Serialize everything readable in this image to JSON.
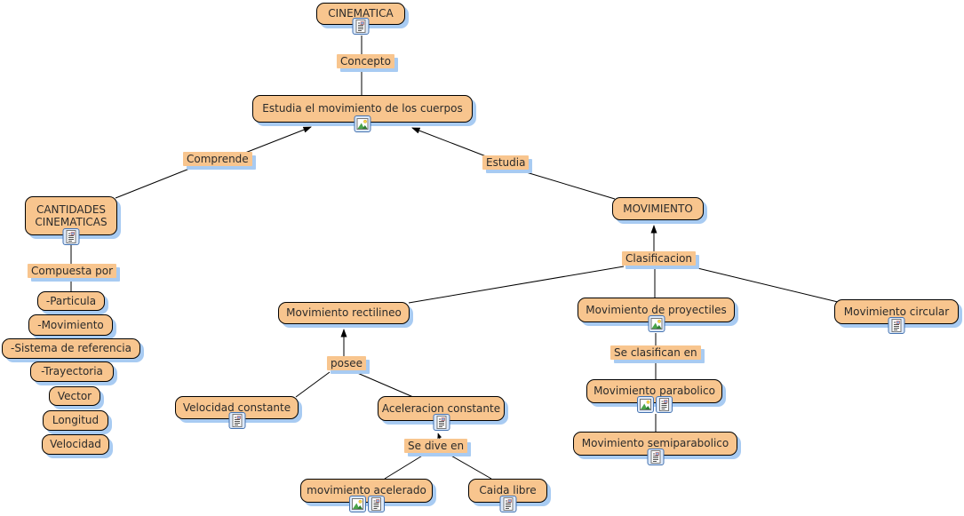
{
  "map": {
    "topic": "CINEMATICA",
    "background": "#ffffff"
  },
  "palette": {
    "node_fill": "#f8c58e",
    "node_border": "#000000",
    "shadow": "#a8cbf2",
    "text": "#2b2b2b",
    "line": "#000000"
  },
  "nodes": {
    "cinematica": {
      "label": "CINEMATICA",
      "icons": [
        "document-icon"
      ]
    },
    "estudia_cuerpos": {
      "label": "Estudia el movimiento de los cuerpos",
      "icons": [
        "image-icon"
      ]
    },
    "cantidades": {
      "label": "CANTIDADES CINEMATICAS",
      "icons": [
        "document-icon"
      ]
    },
    "particula": {
      "label": "-Particula"
    },
    "movimiento_item": {
      "label": "-Movimiento"
    },
    "sistema_referencia": {
      "label": "-Sistema de referencia"
    },
    "trayectoria": {
      "label": "-Trayectoria"
    },
    "vector": {
      "label": "Vector"
    },
    "longitud": {
      "label": "Longitud"
    },
    "velocidad": {
      "label": "Velocidad"
    },
    "movimiento": {
      "label": "MOVIMIENTO"
    },
    "mov_rectilineo": {
      "label": "Movimiento rectilineo"
    },
    "velocidad_constante": {
      "label": "Velocidad constante",
      "icons": [
        "document-icon"
      ]
    },
    "aceleracion_constante": {
      "label": "Aceleracion constante",
      "icons": [
        "document-icon"
      ]
    },
    "mov_acelerado": {
      "label": "movimiento acelerado",
      "icons": [
        "image-icon",
        "document-icon"
      ]
    },
    "caida_libre": {
      "label": "Caida libre",
      "icons": [
        "document-icon"
      ]
    },
    "mov_proyectiles": {
      "label": "Movimiento de proyectiles",
      "icons": [
        "image-icon"
      ]
    },
    "mov_parabolico": {
      "label": "Movimiento parabolico",
      "icons": [
        "image-icon",
        "document-icon"
      ]
    },
    "mov_semiparabolico": {
      "label": "Movimiento semiparabolico",
      "icons": [
        "document-icon"
      ]
    },
    "mov_circular": {
      "label": "Movimiento circular",
      "icons": [
        "document-icon"
      ]
    }
  },
  "links": {
    "concepto": {
      "label": "Concepto"
    },
    "comprende": {
      "label": "Comprende"
    },
    "estudia": {
      "label": "Estudia"
    },
    "compuesta_por": {
      "label": "Compuesta por"
    },
    "clasificacion": {
      "label": "Clasificacion"
    },
    "posee": {
      "label": "posee"
    },
    "se_dive_en": {
      "label": "Se dive en"
    },
    "se_clasifican_en": {
      "label": "Se clasifican en"
    }
  },
  "edges": [
    {
      "from": "cinematica",
      "to": "estudia_cuerpos",
      "via": "concepto"
    },
    {
      "from": "estudia_cuerpos",
      "to": "cantidades",
      "via": "comprende",
      "arrowhead_at": "estudia_cuerpos"
    },
    {
      "from": "estudia_cuerpos",
      "to": "movimiento",
      "via": "estudia",
      "arrowhead_at": "estudia_cuerpos"
    },
    {
      "from": "cantidades",
      "to": "particula",
      "via": "compuesta_por"
    },
    {
      "from": "movimiento",
      "to": "mov_rectilineo",
      "via": "clasificacion",
      "arrowhead_at": "movimiento"
    },
    {
      "from": "movimiento",
      "to": "mov_proyectiles",
      "via": "clasificacion",
      "arrowhead_at": "movimiento"
    },
    {
      "from": "movimiento",
      "to": "mov_circular",
      "via": "clasificacion",
      "arrowhead_at": "movimiento"
    },
    {
      "from": "mov_rectilineo",
      "to": "velocidad_constante",
      "via": "posee",
      "arrowhead_at": "mov_rectilineo"
    },
    {
      "from": "mov_rectilineo",
      "to": "aceleracion_constante",
      "via": "posee",
      "arrowhead_at": "mov_rectilineo"
    },
    {
      "from": "aceleracion_constante",
      "to": "mov_acelerado",
      "via": "se_dive_en",
      "arrowhead_at": "aceleracion_constante"
    },
    {
      "from": "aceleracion_constante",
      "to": "caida_libre",
      "via": "se_dive_en",
      "arrowhead_at": "aceleracion_constante"
    },
    {
      "from": "mov_proyectiles",
      "to": "mov_parabolico",
      "via": "se_clasifican_en"
    },
    {
      "from": "mov_parabolico",
      "to": "mov_semiparabolico"
    }
  ],
  "stack_below_compuesta_por": [
    "particula",
    "movimiento_item",
    "sistema_referencia",
    "trayectoria",
    "vector",
    "longitud",
    "velocidad"
  ]
}
